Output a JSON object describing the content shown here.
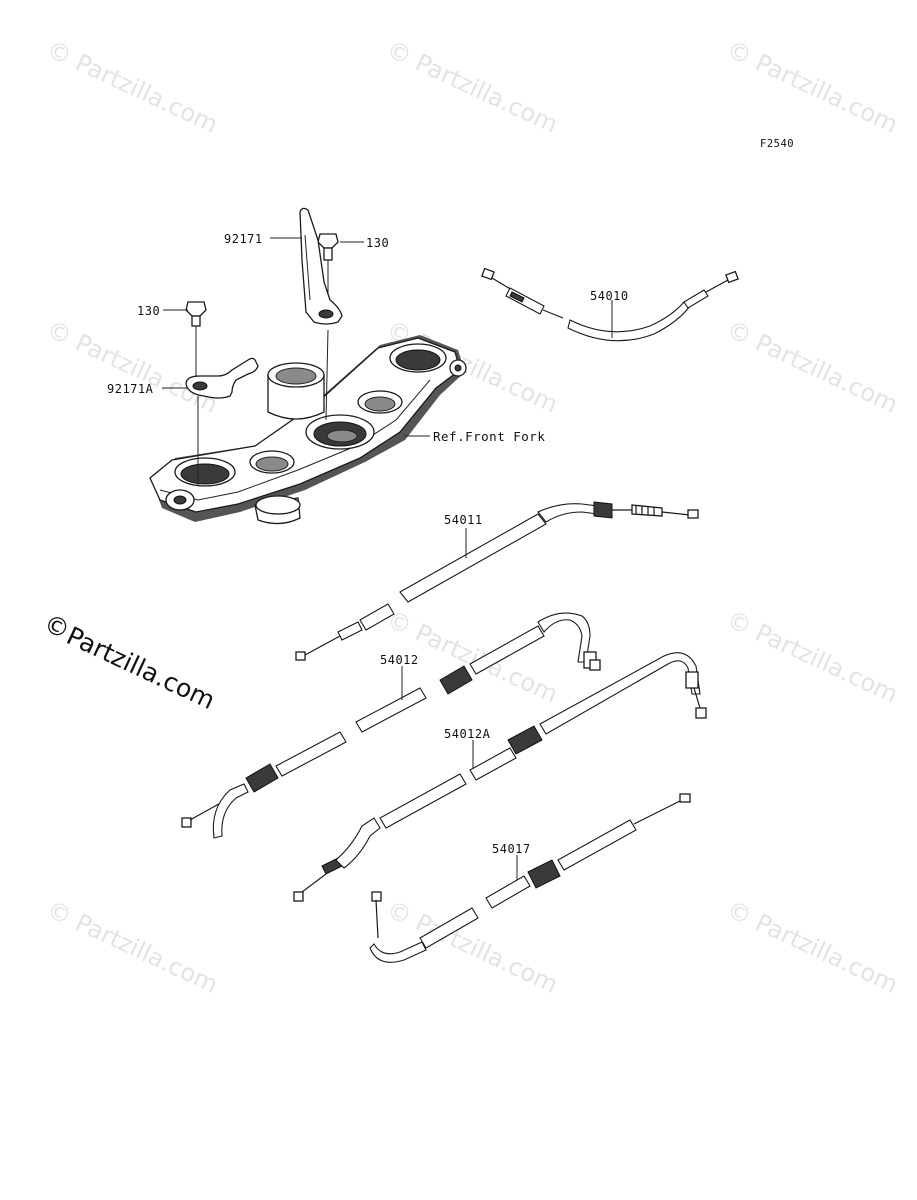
{
  "figure_code": "F2540",
  "watermark": {
    "text": "© Partzilla.com",
    "main_copyright": "©",
    "main_text": "Partzilla.com"
  },
  "reference": {
    "label": "Ref.Front Fork"
  },
  "callouts": {
    "bolt_top": "130",
    "bolt_left": "130",
    "holder_top": "92171",
    "holder_left": "92171A",
    "cable_54010": "54010",
    "cable_54011": "54011",
    "cable_54012": "54012",
    "cable_54012A": "54012A",
    "cable_54017": "54017"
  }
}
